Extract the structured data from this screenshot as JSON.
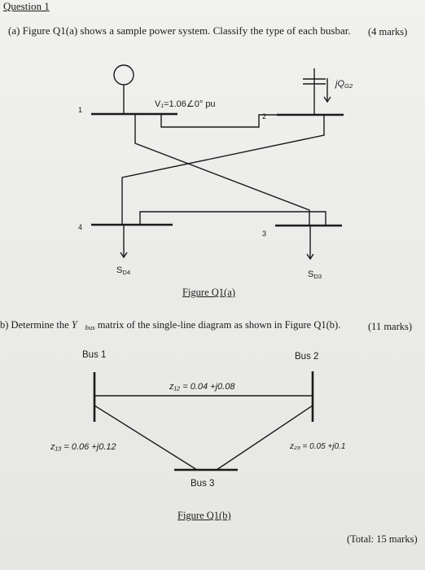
{
  "question": {
    "title": "Question 1",
    "part_a": {
      "text": "(a) Figure Q1(a) shows a sample power system. Classify the type of each busbar.",
      "marks": "(4 marks)"
    },
    "figure_a": {
      "voltage_label": "V₁=1.06∠0° pu",
      "bus1": "1",
      "bus2": "2",
      "bus3": "3",
      "bus4": "4",
      "jq_label": "jQ",
      "jq_sub": "G2",
      "sd4_label": "S",
      "sd4_sub": "D4",
      "sd3_label": "S",
      "sd3_sub": "D3",
      "caption": "Figure Q1(a)"
    },
    "part_b": {
      "prefix": "b) Determine the ",
      "ybus": "Y",
      "ybus_sub": "bus",
      "suffix": " matrix of the single-line diagram as shown in Figure Q1(b).",
      "marks": "(11 marks)"
    },
    "figure_b": {
      "bus1": "Bus 1",
      "bus2": "Bus 2",
      "bus3": "Bus 3",
      "z12": "z₁₂ = 0.04 +j0.08",
      "z13": "z₁₃ = 0.06 +j0.12",
      "z23": "z₂₃ = 0.05 +j0.1",
      "caption": "Figure Q1(b)"
    },
    "total": "(Total: 15 marks)"
  }
}
